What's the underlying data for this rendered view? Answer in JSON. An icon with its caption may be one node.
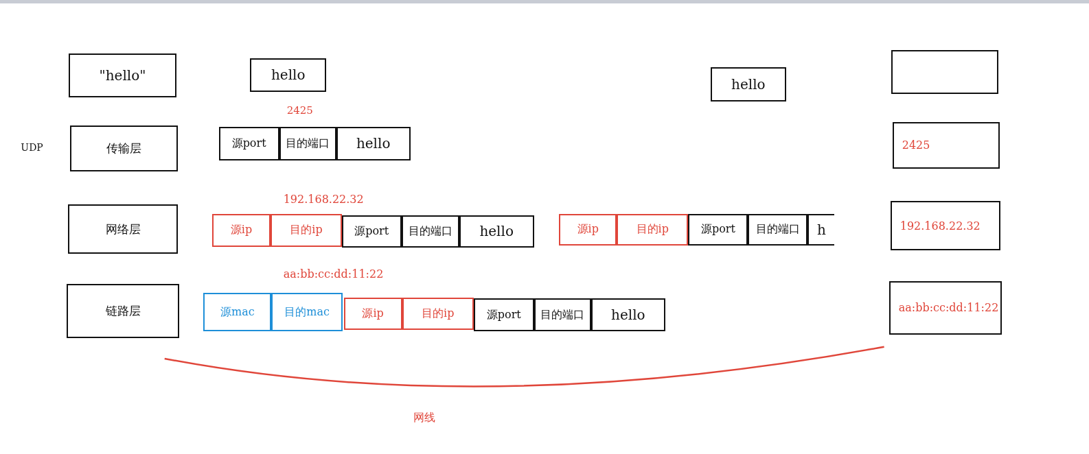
{
  "diagram": {
    "nodes": [
      {
        "text": [
          "\"hello\""
        ]
      },
      {
        "text": [
          "传输层"
        ]
      },
      {
        "text": [
          "网络层"
        ]
      },
      {
        "text": [
          "链路层"
        ]
      },
      {
        "text": [
          "hello"
        ]
      },
      {
        "text": [
          "源port"
        ]
      },
      {
        "text": [
          "目的端口"
        ]
      },
      {
        "text": [
          "hello"
        ]
      },
      {
        "text": [
          "源ip"
        ]
      },
      {
        "text": [
          "目的ip"
        ]
      },
      {
        "text": [
          "源port"
        ]
      },
      {
        "text": [
          "目的端口"
        ]
      },
      {
        "text": [
          "hello"
        ]
      },
      {
        "text": [
          "源ip"
        ]
      },
      {
        "text": [
          "目的ip"
        ]
      },
      {
        "text": [
          "源port"
        ]
      },
      {
        "text": [
          "目的端口"
        ]
      },
      {
        "text": [
          "h"
        ]
      },
      {
        "text": [
          "源mac"
        ]
      },
      {
        "text": [
          "目的mac"
        ]
      },
      {
        "text": [
          "源ip"
        ]
      },
      {
        "text": [
          "目的ip"
        ]
      },
      {
        "text": [
          "源port"
        ]
      },
      {
        "text": [
          "目的端口"
        ]
      },
      {
        "text": [
          "hello"
        ]
      },
      {
        "text": [
          "hello"
        ]
      },
      {
        "text": [],
        "shape": "box"
      },
      {
        "text": [
          "2425"
        ]
      },
      {
        "text": [
          "192.168.22.32"
        ]
      },
      {
        "text": [
          "aa:bb:cc:dd:11:22"
        ]
      }
    ],
    "labels": [
      "UDP",
      "2425",
      "192.168.22.32",
      "aa:bb:cc:dd:11:22",
      "网线"
    ]
  }
}
